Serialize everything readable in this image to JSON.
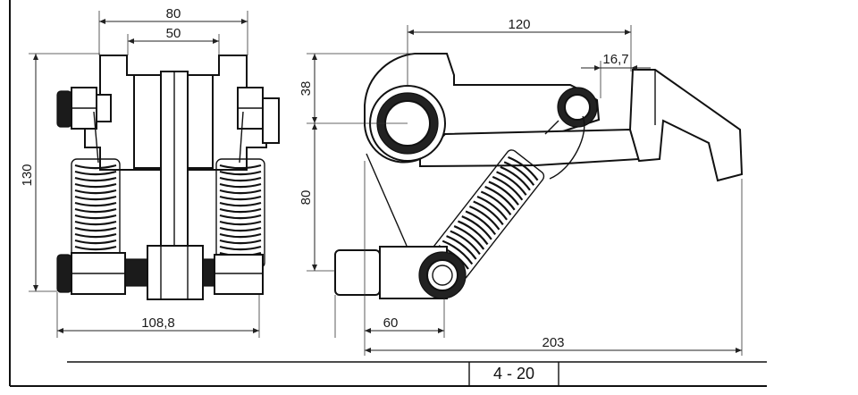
{
  "dimensions": {
    "front_width_top": "80",
    "front_width_inner": "50",
    "front_height": "130",
    "front_width_bottom": "108,8",
    "side_length_top": "120",
    "side_offset_right": "16,7",
    "side_height_upper": "38",
    "side_height_lower": "80",
    "side_base_offset": "60",
    "side_total_length": "203"
  },
  "title_block": {
    "sheet_number": "4 - 20"
  }
}
